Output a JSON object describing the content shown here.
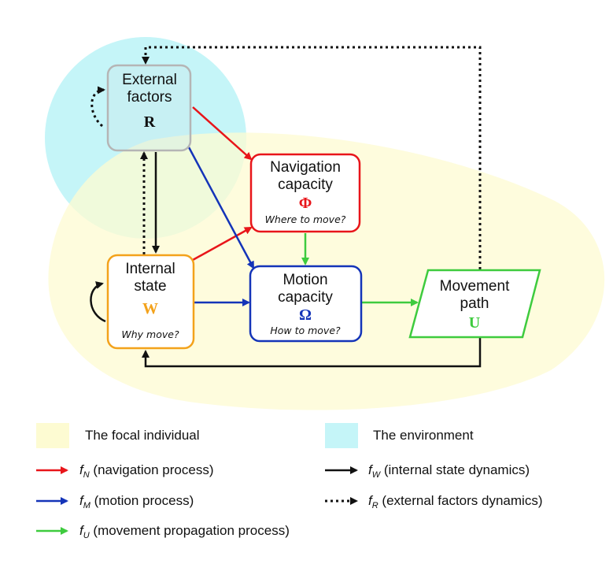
{
  "colors": {
    "focal": "#fdfbd2",
    "environment": "#c5f5f8",
    "navigation": "#e8151a",
    "motion": "#1434b8",
    "propagation": "#3ecb3e",
    "internal": "#f3a21b",
    "external_border": "#b5b5b5",
    "black": "#111111"
  },
  "nodes": {
    "external": {
      "line1": "External",
      "line2": "factors",
      "symbol": "R"
    },
    "navigation": {
      "line1": "Navigation",
      "line2": "capacity",
      "symbol": "Φ",
      "question": "Where to move?"
    },
    "internal": {
      "line1": "Internal",
      "line2": "state",
      "symbol": "W",
      "question": "Why move?"
    },
    "motion": {
      "line1": "Motion",
      "line2": "capacity",
      "symbol": "Ω",
      "question": "How to move?"
    },
    "movement": {
      "line1": "Movement",
      "line2": "path",
      "symbol": "U"
    }
  },
  "legend": {
    "focal": "The focal individual",
    "environment": "The environment",
    "navigation": {
      "f": "f",
      "sub": "N",
      "text": " (navigation process)"
    },
    "motion": {
      "f": "f",
      "sub": "M",
      "text": " (motion process)"
    },
    "propagation": {
      "f": "f",
      "sub": "U",
      "text": " (movement propagation process)"
    },
    "internal": {
      "f": "f",
      "sub": "W",
      "text": " (internal state dynamics)"
    },
    "external": {
      "f": "f",
      "sub": "R",
      "text": " (external factors dynamics)"
    }
  }
}
